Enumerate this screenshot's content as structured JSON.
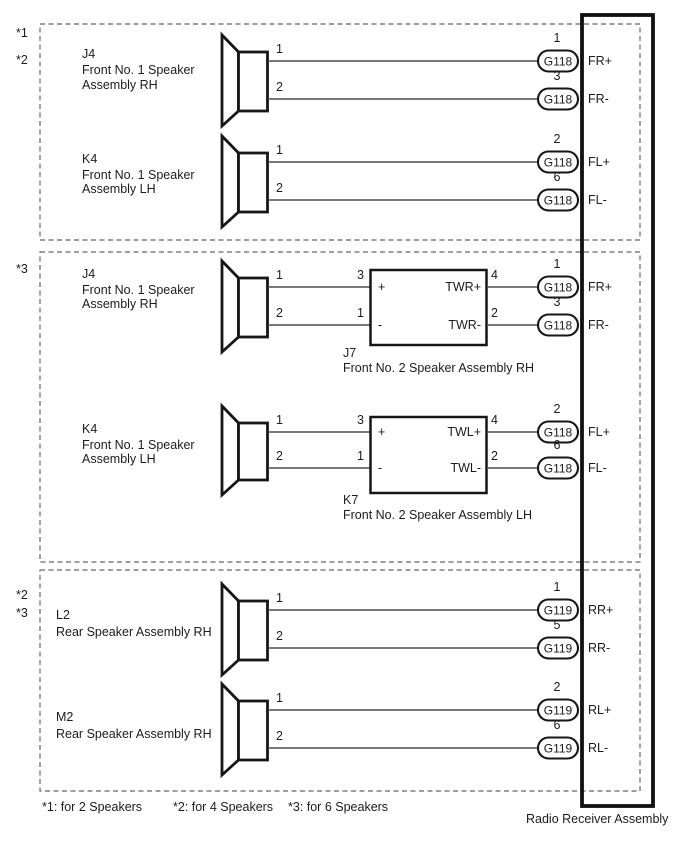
{
  "receiver": {
    "label": "Radio Receiver Assembly"
  },
  "footnotes": [
    "*1: for 2 Speakers",
    "*2: for 4 Speakers",
    "*3: for 6 Speakers"
  ],
  "colors": {
    "background": "#ffffff",
    "outline": "#161616",
    "wire": "#4d4d4d",
    "dashed_border": "#7e7e7e",
    "text": "#1c1c1c"
  },
  "sections": [
    {
      "markers": [
        "*1",
        "*2"
      ],
      "groups": [
        {
          "code": "J4",
          "name": [
            "Front No. 1 Speaker",
            "Assembly RH"
          ],
          "speaker_pins": [
            "1",
            "2"
          ],
          "terminals": [
            {
              "pin": "1",
              "connector": "G118",
              "signal": "FR+"
            },
            {
              "pin": "3",
              "connector": "G118",
              "signal": "FR-"
            }
          ]
        },
        {
          "code": "K4",
          "name": [
            "Front No. 1 Speaker",
            "Assembly LH"
          ],
          "speaker_pins": [
            "1",
            "2"
          ],
          "terminals": [
            {
              "pin": "2",
              "connector": "G118",
              "signal": "FL+"
            },
            {
              "pin": "6",
              "connector": "G118",
              "signal": "FL-"
            }
          ]
        }
      ]
    },
    {
      "markers": [
        "*3"
      ],
      "groups": [
        {
          "code": "J4",
          "name": [
            "Front No. 1 Speaker",
            "Assembly RH"
          ],
          "speaker_pins": [
            "1",
            "2"
          ],
          "crossover": {
            "input_pins": [
              "3",
              "1"
            ],
            "input_polarity": [
              "+",
              "-"
            ],
            "outputs": [
              "TWR+",
              "TWR-"
            ],
            "output_pins": [
              "4",
              "2"
            ],
            "code": "J7",
            "name": "Front No. 2 Speaker Assembly RH"
          },
          "terminals": [
            {
              "pin": "1",
              "connector": "G118",
              "signal": "FR+"
            },
            {
              "pin": "3",
              "connector": "G118",
              "signal": "FR-"
            }
          ]
        },
        {
          "code": "K4",
          "name": [
            "Front No. 1 Speaker",
            "Assembly LH"
          ],
          "speaker_pins": [
            "1",
            "2"
          ],
          "crossover": {
            "input_pins": [
              "3",
              "1"
            ],
            "input_polarity": [
              "+",
              "-"
            ],
            "outputs": [
              "TWL+",
              "TWL-"
            ],
            "output_pins": [
              "4",
              "2"
            ],
            "code": "K7",
            "name": "Front No. 2 Speaker Assembly LH"
          },
          "terminals": [
            {
              "pin": "2",
              "connector": "G118",
              "signal": "FL+"
            },
            {
              "pin": "6",
              "connector": "G118",
              "signal": "FL-"
            }
          ]
        }
      ]
    },
    {
      "markers": [
        "*2",
        "*3"
      ],
      "groups": [
        {
          "code": "L2",
          "name": [
            "Rear Speaker Assembly RH"
          ],
          "speaker_pins": [
            "1",
            "2"
          ],
          "terminals": [
            {
              "pin": "1",
              "connector": "G119",
              "signal": "RR+"
            },
            {
              "pin": "5",
              "connector": "G119",
              "signal": "RR-"
            }
          ]
        },
        {
          "code": "M2",
          "name": [
            "Rear Speaker Assembly RH"
          ],
          "speaker_pins": [
            "1",
            "2"
          ],
          "terminals": [
            {
              "pin": "2",
              "connector": "G119",
              "signal": "RL+"
            },
            {
              "pin": "6",
              "connector": "G119",
              "signal": "RL-"
            }
          ]
        }
      ]
    }
  ]
}
